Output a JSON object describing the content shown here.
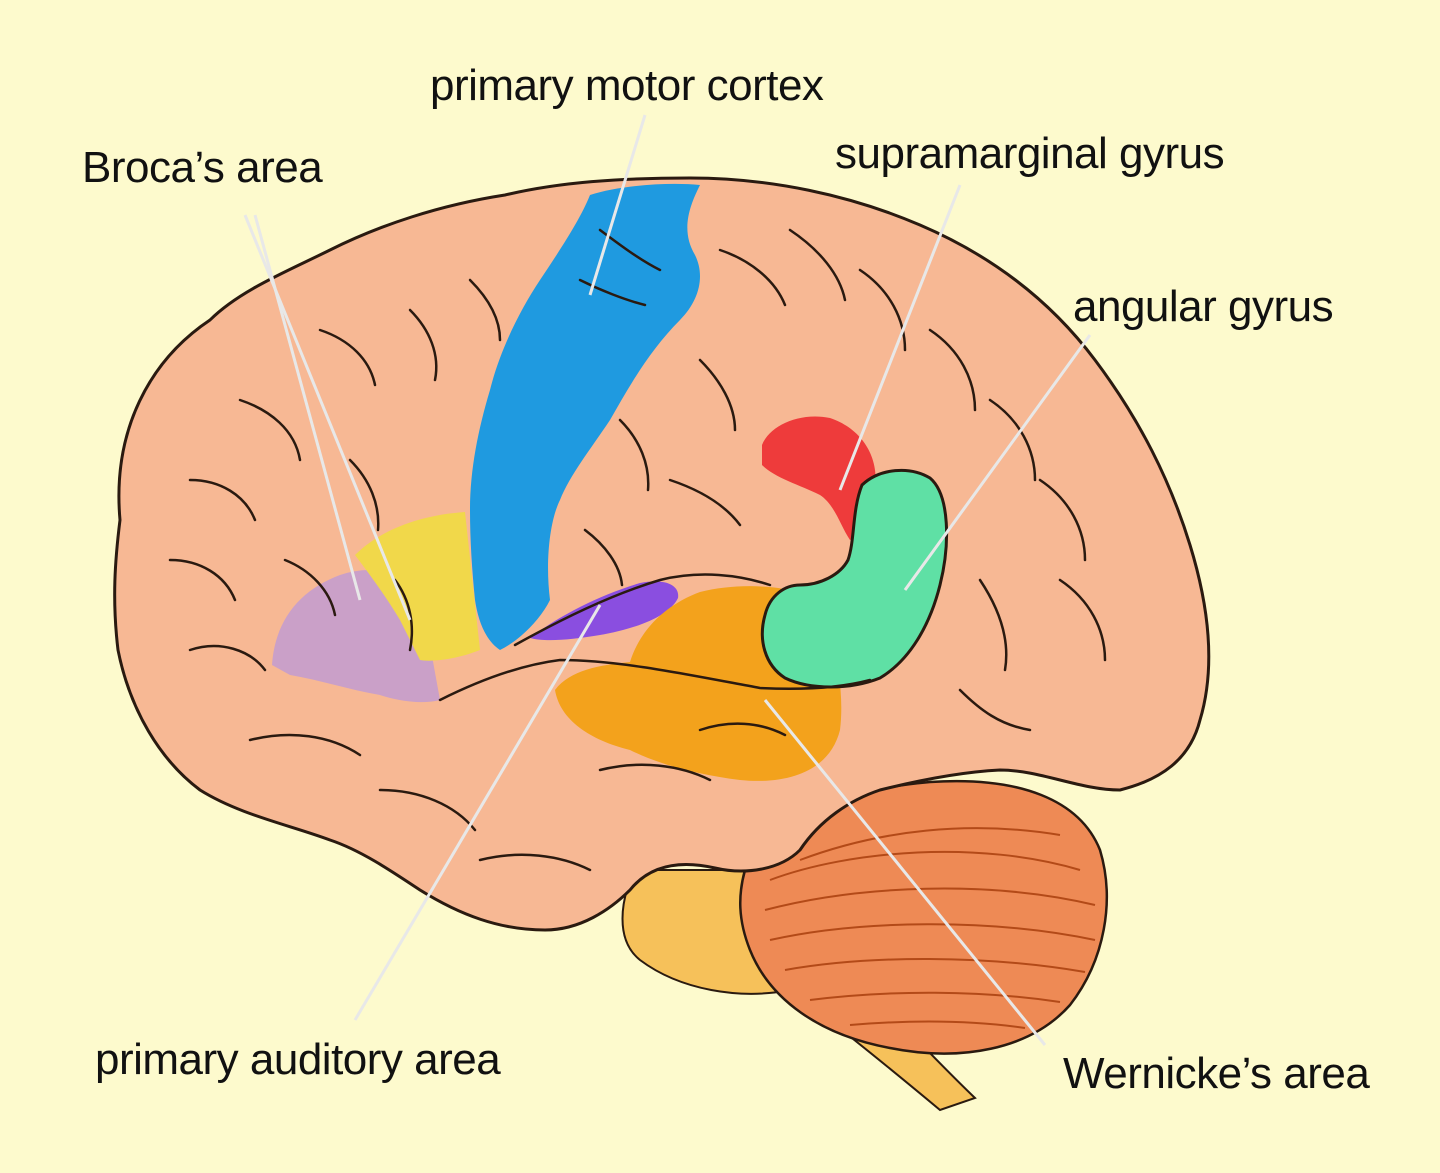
{
  "labels": {
    "primary_motor_cortex": "primary motor cortex",
    "brocas_area": "Broca’s area",
    "supramarginal_gyrus": "supramarginal gyrus",
    "angular_gyrus": "angular gyrus",
    "primary_auditory_area": "primary auditory area",
    "wernickes_area": "Wernicke’s area"
  },
  "colors": {
    "background": "#fdfacd",
    "brain": "#f7b894",
    "outline": "#2a1a10",
    "motor_cortex": "#1f9ae0",
    "brocas_yellow": "#f1d84a",
    "brocas_lilac": "#caa0c8",
    "auditory": "#8a4ee0",
    "wernicke": "#f3a21c",
    "supramarginal": "#ee3b3b",
    "angular": "#5fe0a5",
    "cerebellum": "#ee8a55",
    "brainstem": "#f6c15a"
  }
}
